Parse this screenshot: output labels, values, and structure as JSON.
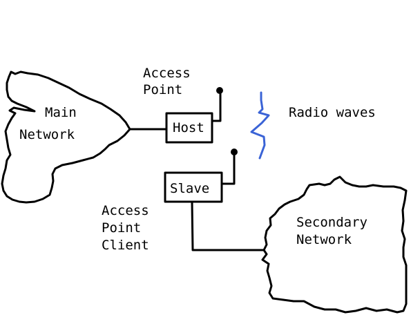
{
  "labels": {
    "main_line1": "Main",
    "main_line2": "Network",
    "access_point_line1": "Access",
    "access_point_line2": "Point",
    "host": "Host",
    "radio_waves": "Radio waves",
    "slave": "Slave",
    "client_line1": "Access",
    "client_line2": "Point",
    "client_line3": "Client",
    "secondary_line1": "Secondary",
    "secondary_line2": "Network"
  },
  "colors": {
    "ink": "#000000",
    "radio_wave": "#3a63d6",
    "background": "#ffffff"
  }
}
